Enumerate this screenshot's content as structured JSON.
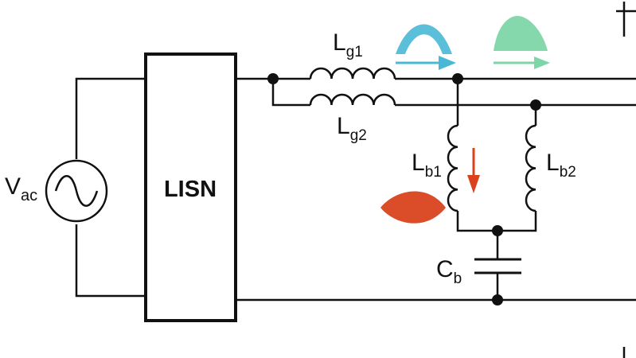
{
  "diagram": {
    "lisn_label": "LISN",
    "source": {
      "main": "V",
      "sub": "ac"
    },
    "inductor_g1": {
      "main": "L",
      "sub": "g1"
    },
    "inductor_g2": {
      "main": "L",
      "sub": "g2"
    },
    "inductor_b1": {
      "main": "L",
      "sub": "b1"
    },
    "inductor_b2": {
      "main": "L",
      "sub": "b2"
    },
    "capacitor_b": {
      "main": "C",
      "sub": "b"
    }
  },
  "colors": {
    "wire": "#111111",
    "current_g1": "#49b8d6",
    "current_g2": "#7ed6a8",
    "current_b1": "#d9421c",
    "background": "#ffffff"
  },
  "icons": [
    "ac-source-icon",
    "current-arrow-icon",
    "current-waveform-icon"
  ]
}
